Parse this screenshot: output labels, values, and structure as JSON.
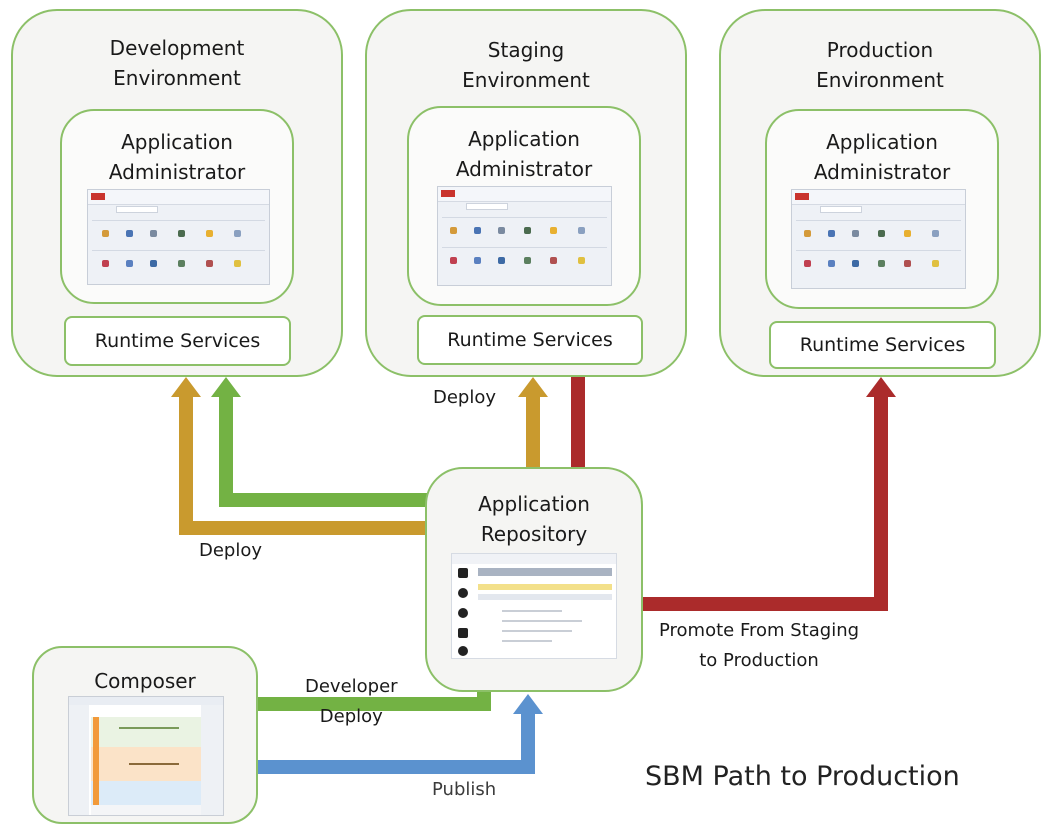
{
  "environments": {
    "development": {
      "title": "Development\nEnvironment",
      "admin": "Application\nAdministrator",
      "runtime": "Runtime Services"
    },
    "staging": {
      "title": "Staging\nEnvironment",
      "admin": "Application\nAdministrator",
      "runtime": "Runtime Services"
    },
    "production": {
      "title": "Production\nEnvironment",
      "admin": "Application\nAdministrator",
      "runtime": "Runtime Services"
    }
  },
  "repository": {
    "title": "Application\nRepository"
  },
  "composer": {
    "title": "Composer"
  },
  "labels": {
    "deploy_staging": "Deploy",
    "deploy_dev": "Deploy",
    "promote": "Promote From Staging\nto Production",
    "developer_deploy": "Developer\nDeploy",
    "publish": "Publish"
  },
  "diagram_title": "SBM Path to Production",
  "colors": {
    "gold_arrow": "#c99a2e",
    "green_arrow": "#73b244",
    "red_arrow": "#ab2b2b",
    "blue_arrow": "#5b92cf",
    "box_border": "#8cc068"
  }
}
